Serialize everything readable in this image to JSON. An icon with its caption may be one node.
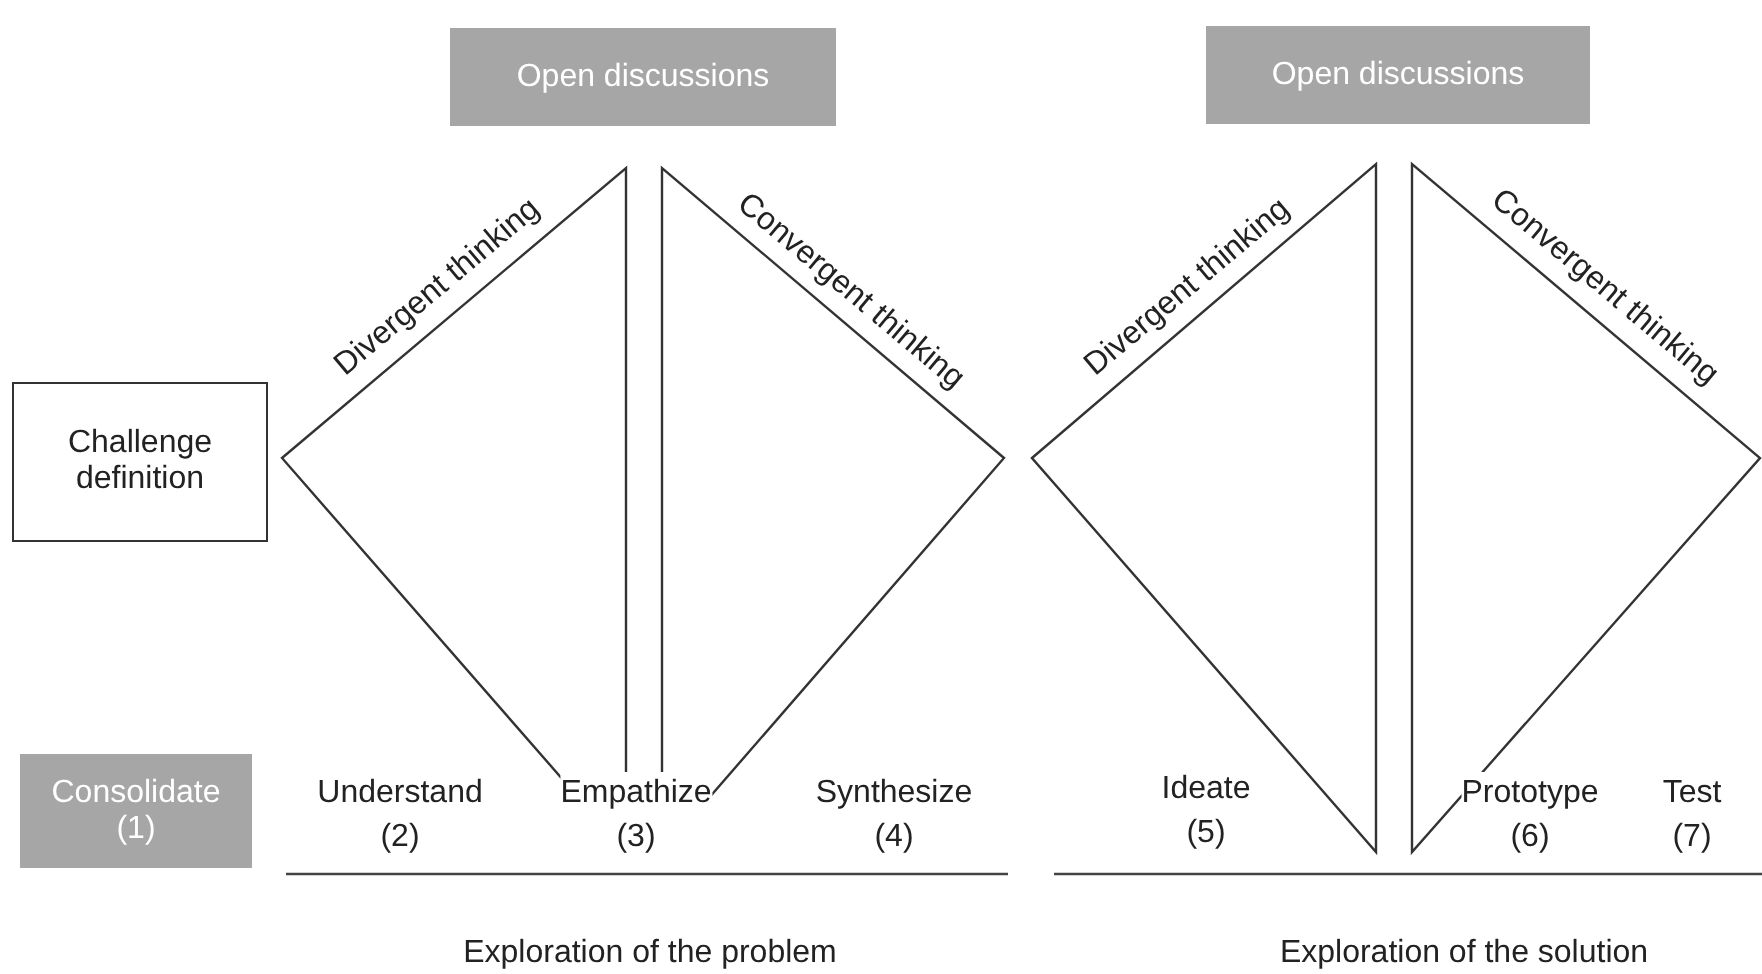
{
  "diagram": {
    "nodes": [
      {
        "text": [
          "Open discussions"
        ]
      },
      {
        "text": [
          "Open discussions"
        ]
      },
      {
        "text": [
          "Challenge definition"
        ]
      },
      {
        "text": [
          "Divergent thinking"
        ]
      },
      {
        "text": [
          "Convergent thinking"
        ]
      },
      {
        "text": [
          "Divergent thinking"
        ]
      },
      {
        "text": [
          "Convergent thinking"
        ]
      },
      {
        "text": [
          "Consolidate (1)"
        ]
      }
    ],
    "edges": [],
    "labels": [
      "Understand (2)",
      "Empathize (3)",
      "Synthesize (4)",
      "Ideate (5)",
      "Prototype (6)",
      "Test (7)",
      "Exploration of the problem",
      "Exploration of the solution"
    ]
  }
}
